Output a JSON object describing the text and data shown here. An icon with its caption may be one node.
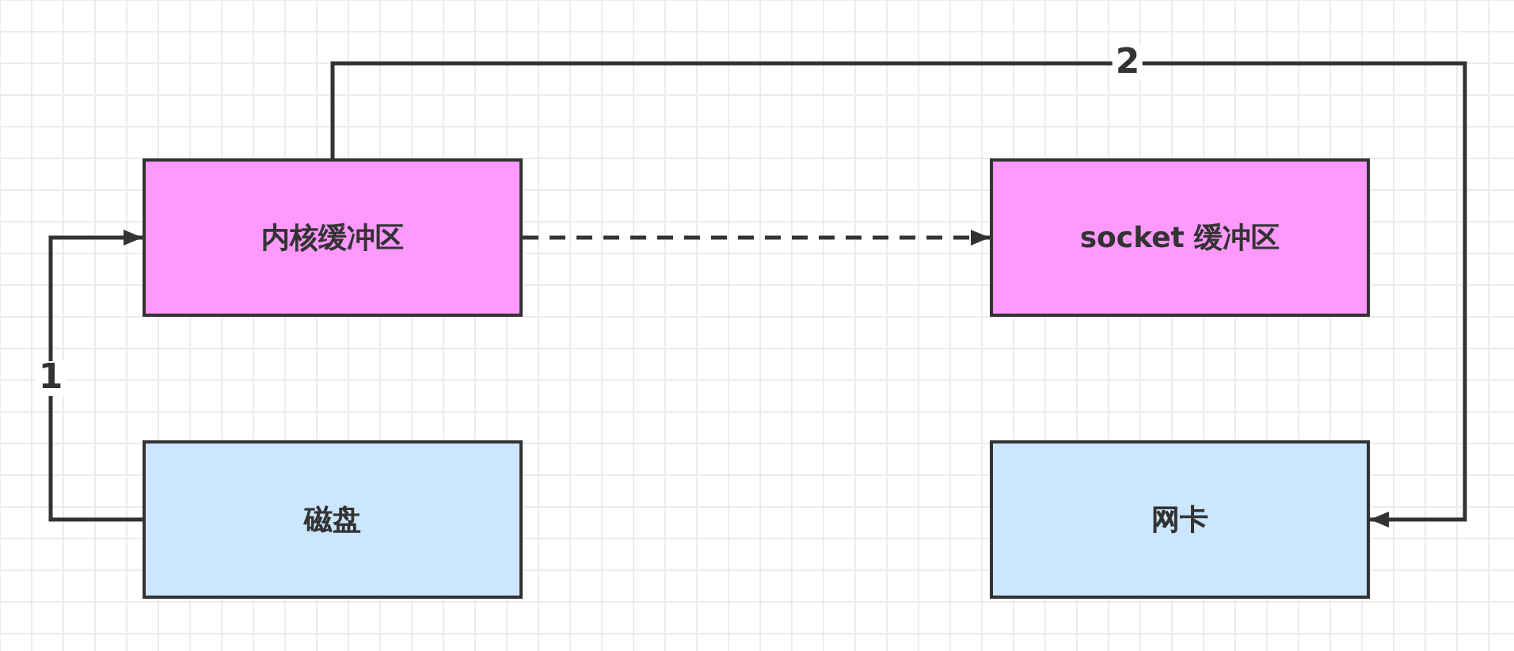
{
  "diagram": {
    "nodes": [
      {
        "text": [
          "内核缓冲区"
        ]
      },
      {
        "text": [
          "socket 缓冲区"
        ]
      },
      {
        "text": [
          "磁盘"
        ]
      },
      {
        "text": [
          "网卡"
        ]
      }
    ],
    "edges": [
      {
        "from": 2,
        "to": 0,
        "arrow": "to",
        "label": "1"
      },
      {
        "from": 0,
        "to": 1,
        "arrow": "to",
        "style": "dashed"
      },
      {
        "from": 0,
        "to": 3,
        "arrow": "to",
        "label": "2"
      }
    ]
  }
}
